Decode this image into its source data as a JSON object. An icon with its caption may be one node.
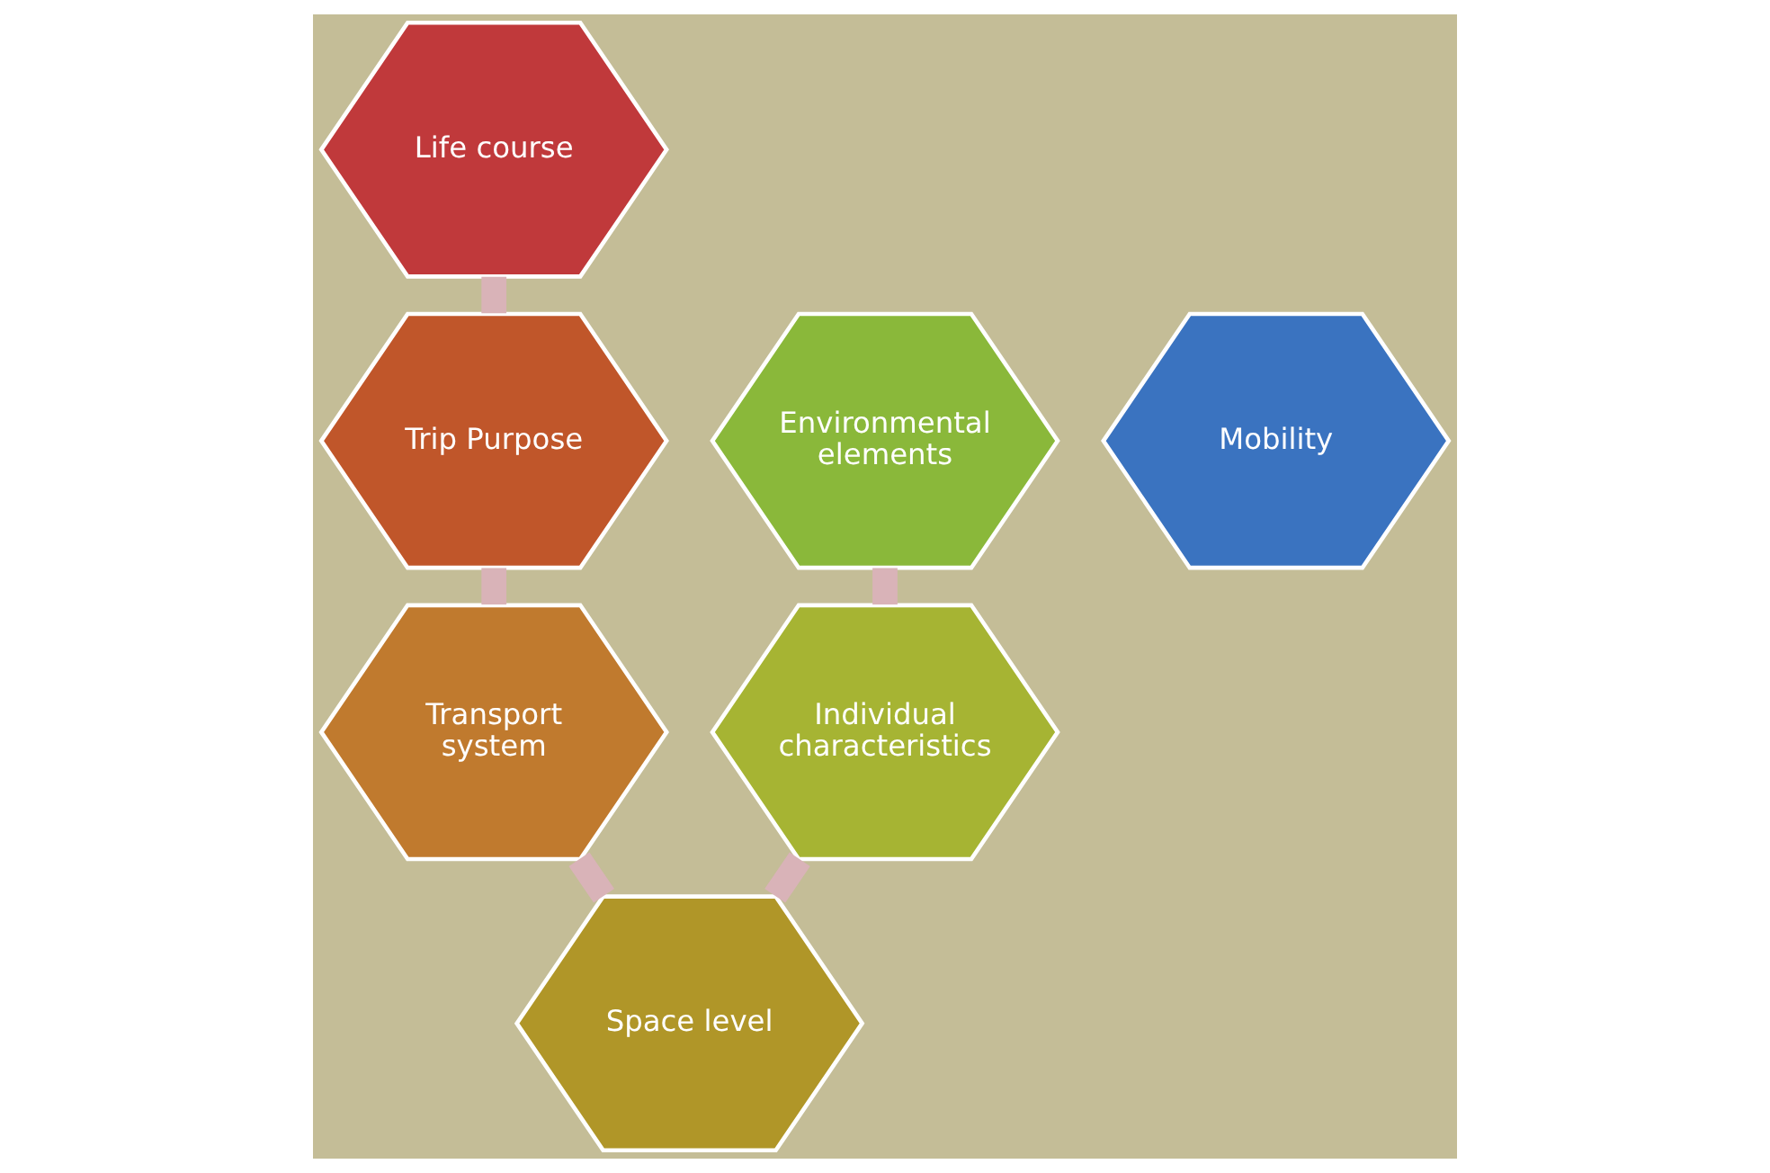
{
  "diagram": {
    "nodes": [
      {
        "text": [
          "Mobility"
        ]
      },
      {
        "text": [
          "Life course"
        ]
      },
      {
        "text": [
          "Trip Purpose"
        ]
      },
      {
        "text": [
          "Transport system"
        ]
      },
      {
        "text": [
          "Space level"
        ]
      },
      {
        "text": [
          "Individual characteristics"
        ]
      },
      {
        "text": [
          "Environmental elements"
        ]
      }
    ],
    "edges": [
      {
        "from": 1,
        "to": 2,
        "arrow": "none"
      },
      {
        "from": 2,
        "to": 3,
        "arrow": "none"
      },
      {
        "from": 3,
        "to": 4,
        "arrow": "none"
      },
      {
        "from": 4,
        "to": 5,
        "arrow": "none"
      },
      {
        "from": 5,
        "to": 6,
        "arrow": "none"
      }
    ]
  }
}
